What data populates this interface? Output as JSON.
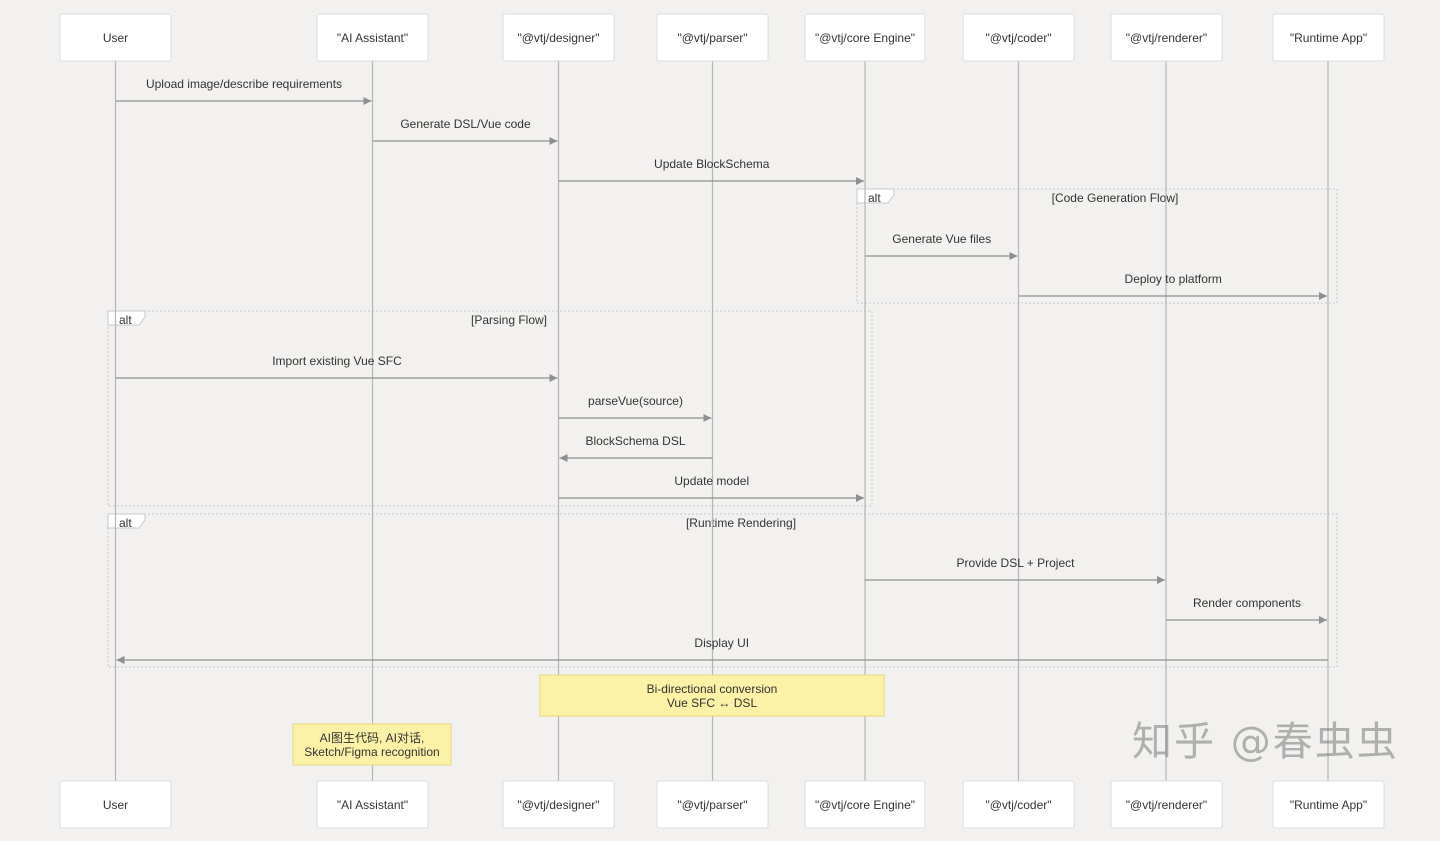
{
  "participants": [
    "User",
    "\"AI Assistant\"",
    "\"@vtj/designer\"",
    "\"@vtj/parser\"",
    "\"@vtj/core Engine\"",
    "\"@vtj/coder\"",
    "\"@vtj/renderer\"",
    "\"Runtime App\""
  ],
  "messages": [
    {
      "from": 0,
      "to": 1,
      "label": "Upload image/describe requirements"
    },
    {
      "from": 1,
      "to": 2,
      "label": "Generate DSL/Vue code"
    },
    {
      "from": 2,
      "to": 4,
      "label": "Update BlockSchema"
    },
    {
      "from": 4,
      "to": 5,
      "label": "Generate Vue files"
    },
    {
      "from": 5,
      "to": 7,
      "label": "Deploy to platform"
    },
    {
      "from": 0,
      "to": 2,
      "label": "Import existing Vue SFC"
    },
    {
      "from": 2,
      "to": 3,
      "label": "parseVue(source)"
    },
    {
      "from": 3,
      "to": 2,
      "label": "BlockSchema DSL"
    },
    {
      "from": 2,
      "to": 4,
      "label": "Update model"
    },
    {
      "from": 4,
      "to": 6,
      "label": "Provide DSL + Project"
    },
    {
      "from": 6,
      "to": 7,
      "label": "Render components"
    },
    {
      "from": 7,
      "to": 0,
      "label": "Display UI"
    }
  ],
  "alt_blocks": [
    {
      "keyword": "alt",
      "condition": "[Code Generation Flow]"
    },
    {
      "keyword": "alt",
      "condition": "[Parsing Flow]"
    },
    {
      "keyword": "alt",
      "condition": "[Runtime Rendering]"
    }
  ],
  "notes": [
    {
      "lines": [
        "Bi-directional conversion",
        "Vue SFC ↔ DSL"
      ]
    },
    {
      "lines": [
        "AI图生代码, AI对话,",
        "Sketch/Figma recognition"
      ]
    }
  ],
  "watermark": "知乎 @春虫虫",
  "colors": {
    "line": "#b5b5b5",
    "arrow": "#8f8f8f",
    "note_bg": "#fbf1a7",
    "note_border": "#e6d77a",
    "box": "#ffffff"
  }
}
